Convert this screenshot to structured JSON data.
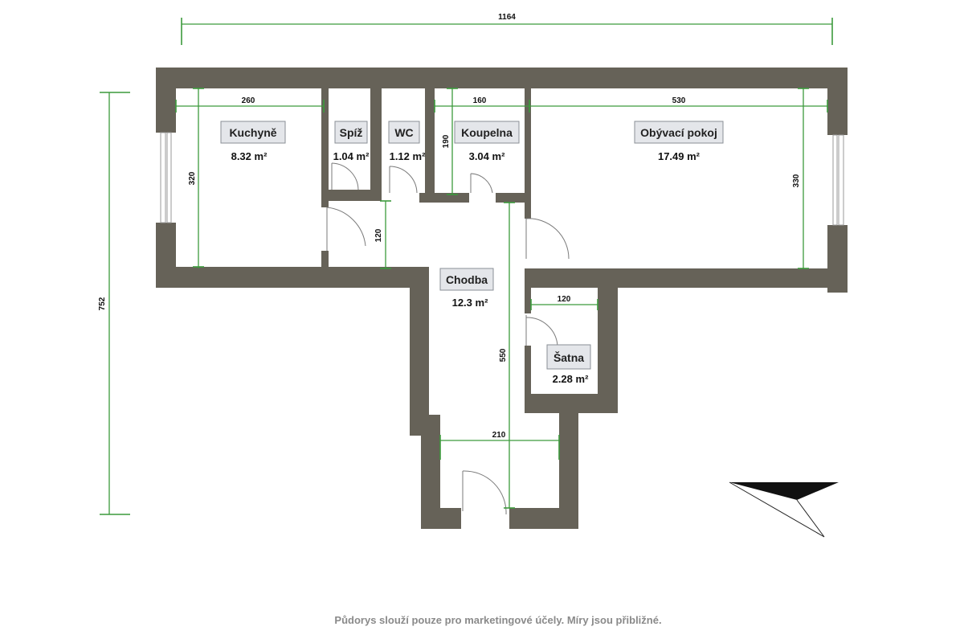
{
  "rooms": [
    {
      "name": "Kuchyně",
      "area": "8.32 m²"
    },
    {
      "name": "Spíž",
      "area": "1.04 m²"
    },
    {
      "name": "WC",
      "area": "1.12 m²"
    },
    {
      "name": "Koupelna",
      "area": "3.04 m²"
    },
    {
      "name": "Obývací pokoj",
      "area": "17.49 m²"
    },
    {
      "name": "Chodba",
      "area": "12.3 m²"
    },
    {
      "name": "Šatna",
      "area": "2.28 m²"
    }
  ],
  "dimensions": {
    "total_width": "1164",
    "total_height": "752",
    "kuchyne_width": "260",
    "kuchyne_height": "320",
    "koupelna_width": "160",
    "koupelna_height": "190",
    "obyvak_width": "530",
    "obyvak_height": "330",
    "passage_width": "120",
    "satna_width": "120",
    "chodba_length": "550",
    "entry_width": "210"
  },
  "footer_note": "Půdorys slouží pouze pro marketingové účely. Míry jsou přibližné.",
  "colors": {
    "wall": "#666258",
    "dimension": "#3c9a3c",
    "label_bg": "#e4e6ea"
  },
  "icons": {
    "compass": "north-arrow-icon"
  }
}
